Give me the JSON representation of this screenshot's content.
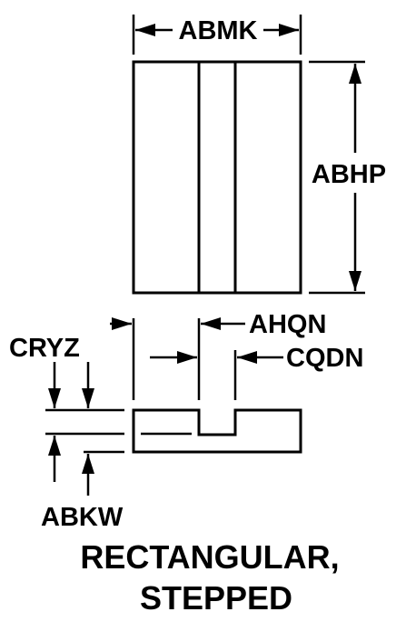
{
  "diagram": {
    "labels": {
      "width": "ABMK",
      "height": "ABHP",
      "slot_width": "AHQN",
      "slot_offset": "CQDN",
      "step_depth": "CRYZ",
      "thickness": "ABKW"
    },
    "caption": {
      "line1": "RECTANGULAR,",
      "line2": "STEPPED"
    }
  }
}
